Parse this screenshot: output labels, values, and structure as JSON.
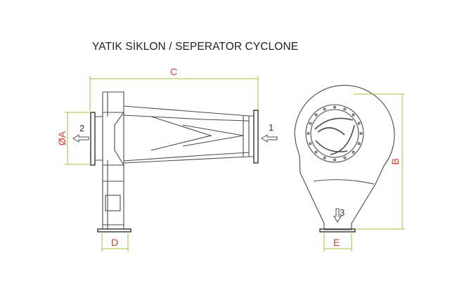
{
  "title": "YATIK SİKLON / SEPERATOR CYCLONE",
  "dimensions": {
    "a": "ØA",
    "b": "B",
    "c": "C",
    "d": "D",
    "e": "E"
  },
  "flows": {
    "inlet": "1",
    "outlet": "2",
    "discharge": "3"
  },
  "colors": {
    "dimension_line": "#9bc23b",
    "dimension_label": "#e03a2f",
    "drawing_line": "#4a4a4a"
  }
}
